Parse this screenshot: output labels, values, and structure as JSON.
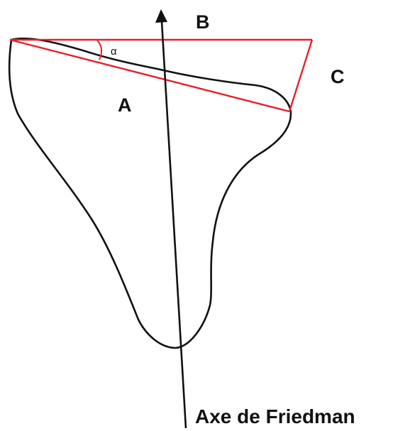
{
  "labels": {
    "a": "A",
    "b": "B",
    "c": "C",
    "angle": "α",
    "axis": "Axe de Friedman"
  },
  "colors": {
    "outline": "#111111",
    "triangle": "#e8202a",
    "axis": "#111111"
  }
}
